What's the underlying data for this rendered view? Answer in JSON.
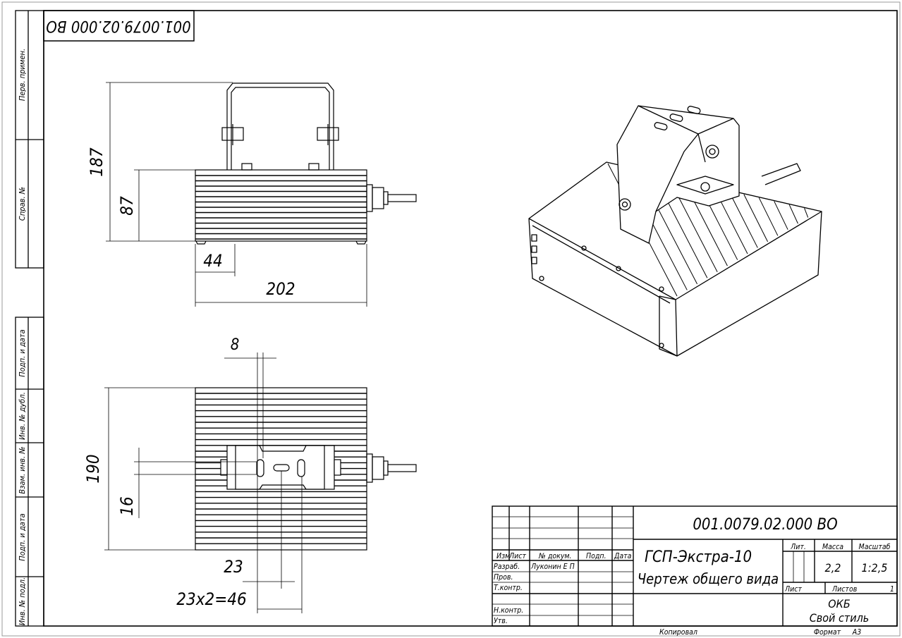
{
  "stamp_top": "001.0079.02.000 ВО",
  "side_strip": [
    "Перв. примен.",
    "Справ. №",
    "Подп. и дата",
    "Инв. № дубл.",
    "Взам. инв. №",
    "Подп. и дата",
    "Инв. № подл."
  ],
  "dimensions": {
    "front": {
      "height_total": "187",
      "height_body": "87",
      "offset": "44",
      "length": "202"
    },
    "plan": {
      "slot": "8",
      "width": "190",
      "hole": "16",
      "pitch": "23",
      "pitch_total": "23x2=46"
    }
  },
  "title_block": {
    "designation": "001.0079.02.000 ВО",
    "name_line1": "ГСП-Экстра-10",
    "name_line2": "Чертеж общего вида",
    "headers": {
      "izm": "Изм",
      "list": "Лист",
      "doc": "№ докум.",
      "sign": "Подп.",
      "date": "Дата"
    },
    "roles": {
      "razrab": "Разраб.",
      "prov": "Пров.",
      "tkontr": "Т.контр.",
      "nkontr": "Н.контр.",
      "utv": "Утв."
    },
    "developer": "Луконин Е П",
    "lit_label": "Лит.",
    "mass_label": "Масса",
    "scale_label": "Масштаб",
    "mass": "2,2",
    "scale": "1:2,5",
    "sheet_label": "Лист",
    "sheets_label": "Листов",
    "sheets": "1",
    "org_line1": "ОКБ",
    "org_line2": "Свой стиль",
    "copied": "Копировал",
    "format_label": "Формат",
    "format": "А3"
  }
}
